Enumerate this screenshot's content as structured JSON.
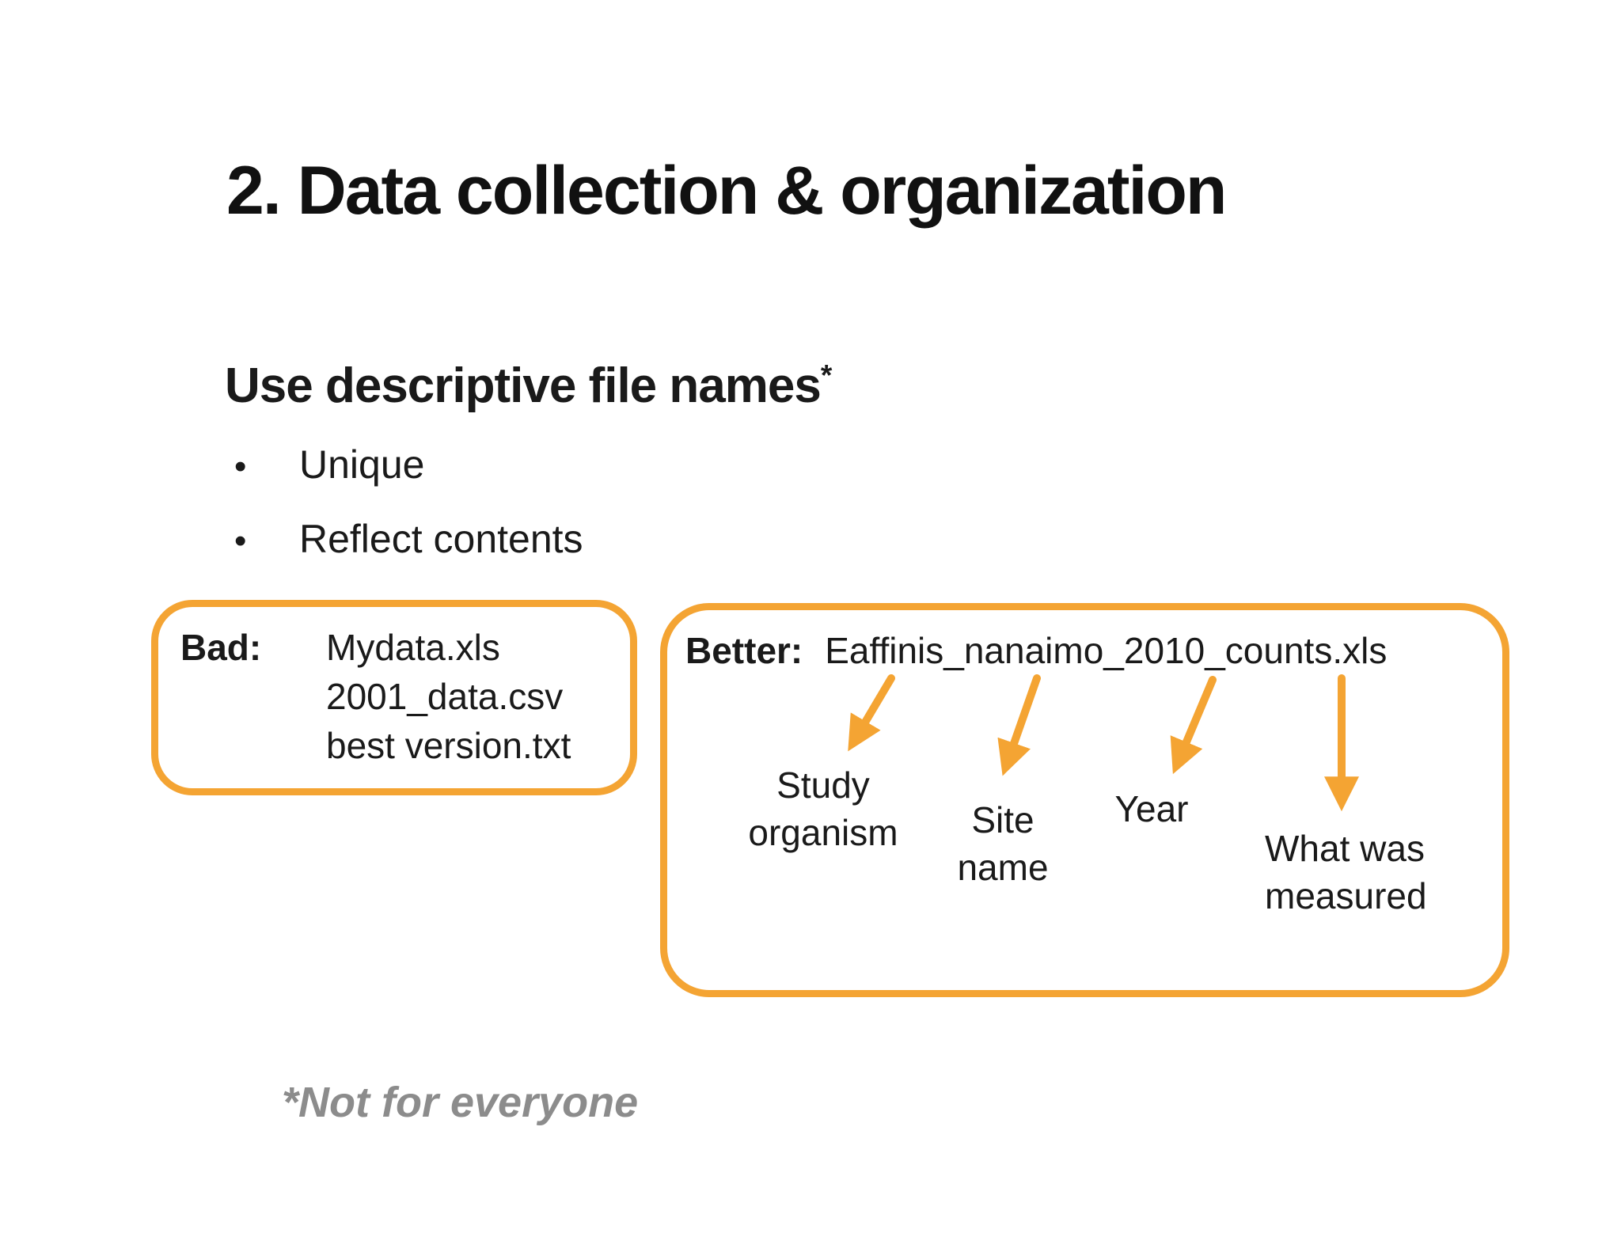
{
  "slide": {
    "title": "2. Data collection & organization",
    "subtitle": {
      "text": "Use descriptive file names",
      "superscript": "*"
    },
    "bullet_glyph": "•",
    "bullets": [
      "Unique",
      "Reflect contents"
    ],
    "bad_box": {
      "label": "Bad:",
      "files": [
        "Mydata.xls",
        "2001_data.csv",
        "best version.txt"
      ]
    },
    "better_box": {
      "label": "Better:",
      "filename": "Eaffinis_nanaimo_2010_counts.xls",
      "annotations": [
        {
          "target": "study-organism",
          "text": "Study\norganism"
        },
        {
          "target": "site-name",
          "text": "Site\nname"
        },
        {
          "target": "year",
          "text": "Year"
        },
        {
          "target": "what-was-measured",
          "text": "What was\nmeasured"
        }
      ]
    },
    "footnote": "*Not for everyone",
    "colors": {
      "accent_orange": "#F4A433",
      "text": "#1A1A1A",
      "footnote_gray": "#8C8C8C"
    }
  }
}
